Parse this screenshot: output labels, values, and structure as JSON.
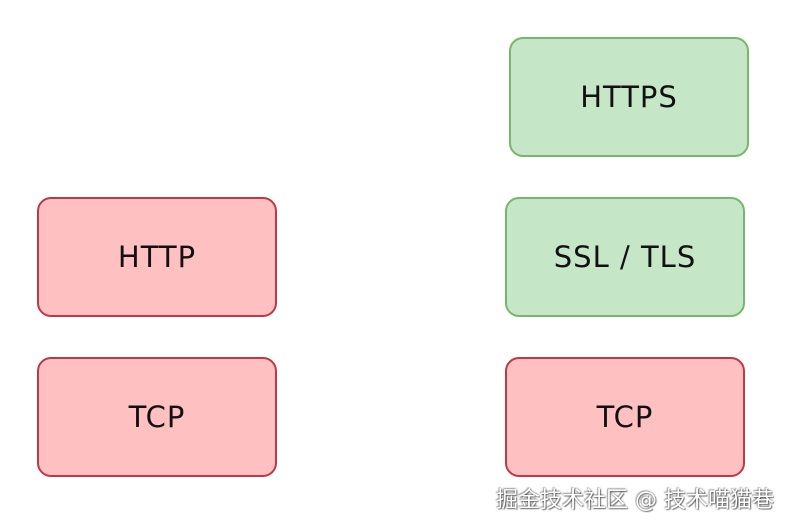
{
  "diagram": {
    "left_stack": {
      "top_label": "HTTP",
      "bottom_label": "TCP"
    },
    "right_stack": {
      "top_label": "HTTPS",
      "middle_label": "SSL / TLS",
      "bottom_label": "TCP"
    }
  },
  "watermark": "掘金技术社区 @ 技术喵猫巷",
  "colors": {
    "red_fill": "#ffc0c2",
    "red_border": "#bd3a44",
    "green_fill": "#c6e6c8",
    "green_border": "#74b868"
  }
}
